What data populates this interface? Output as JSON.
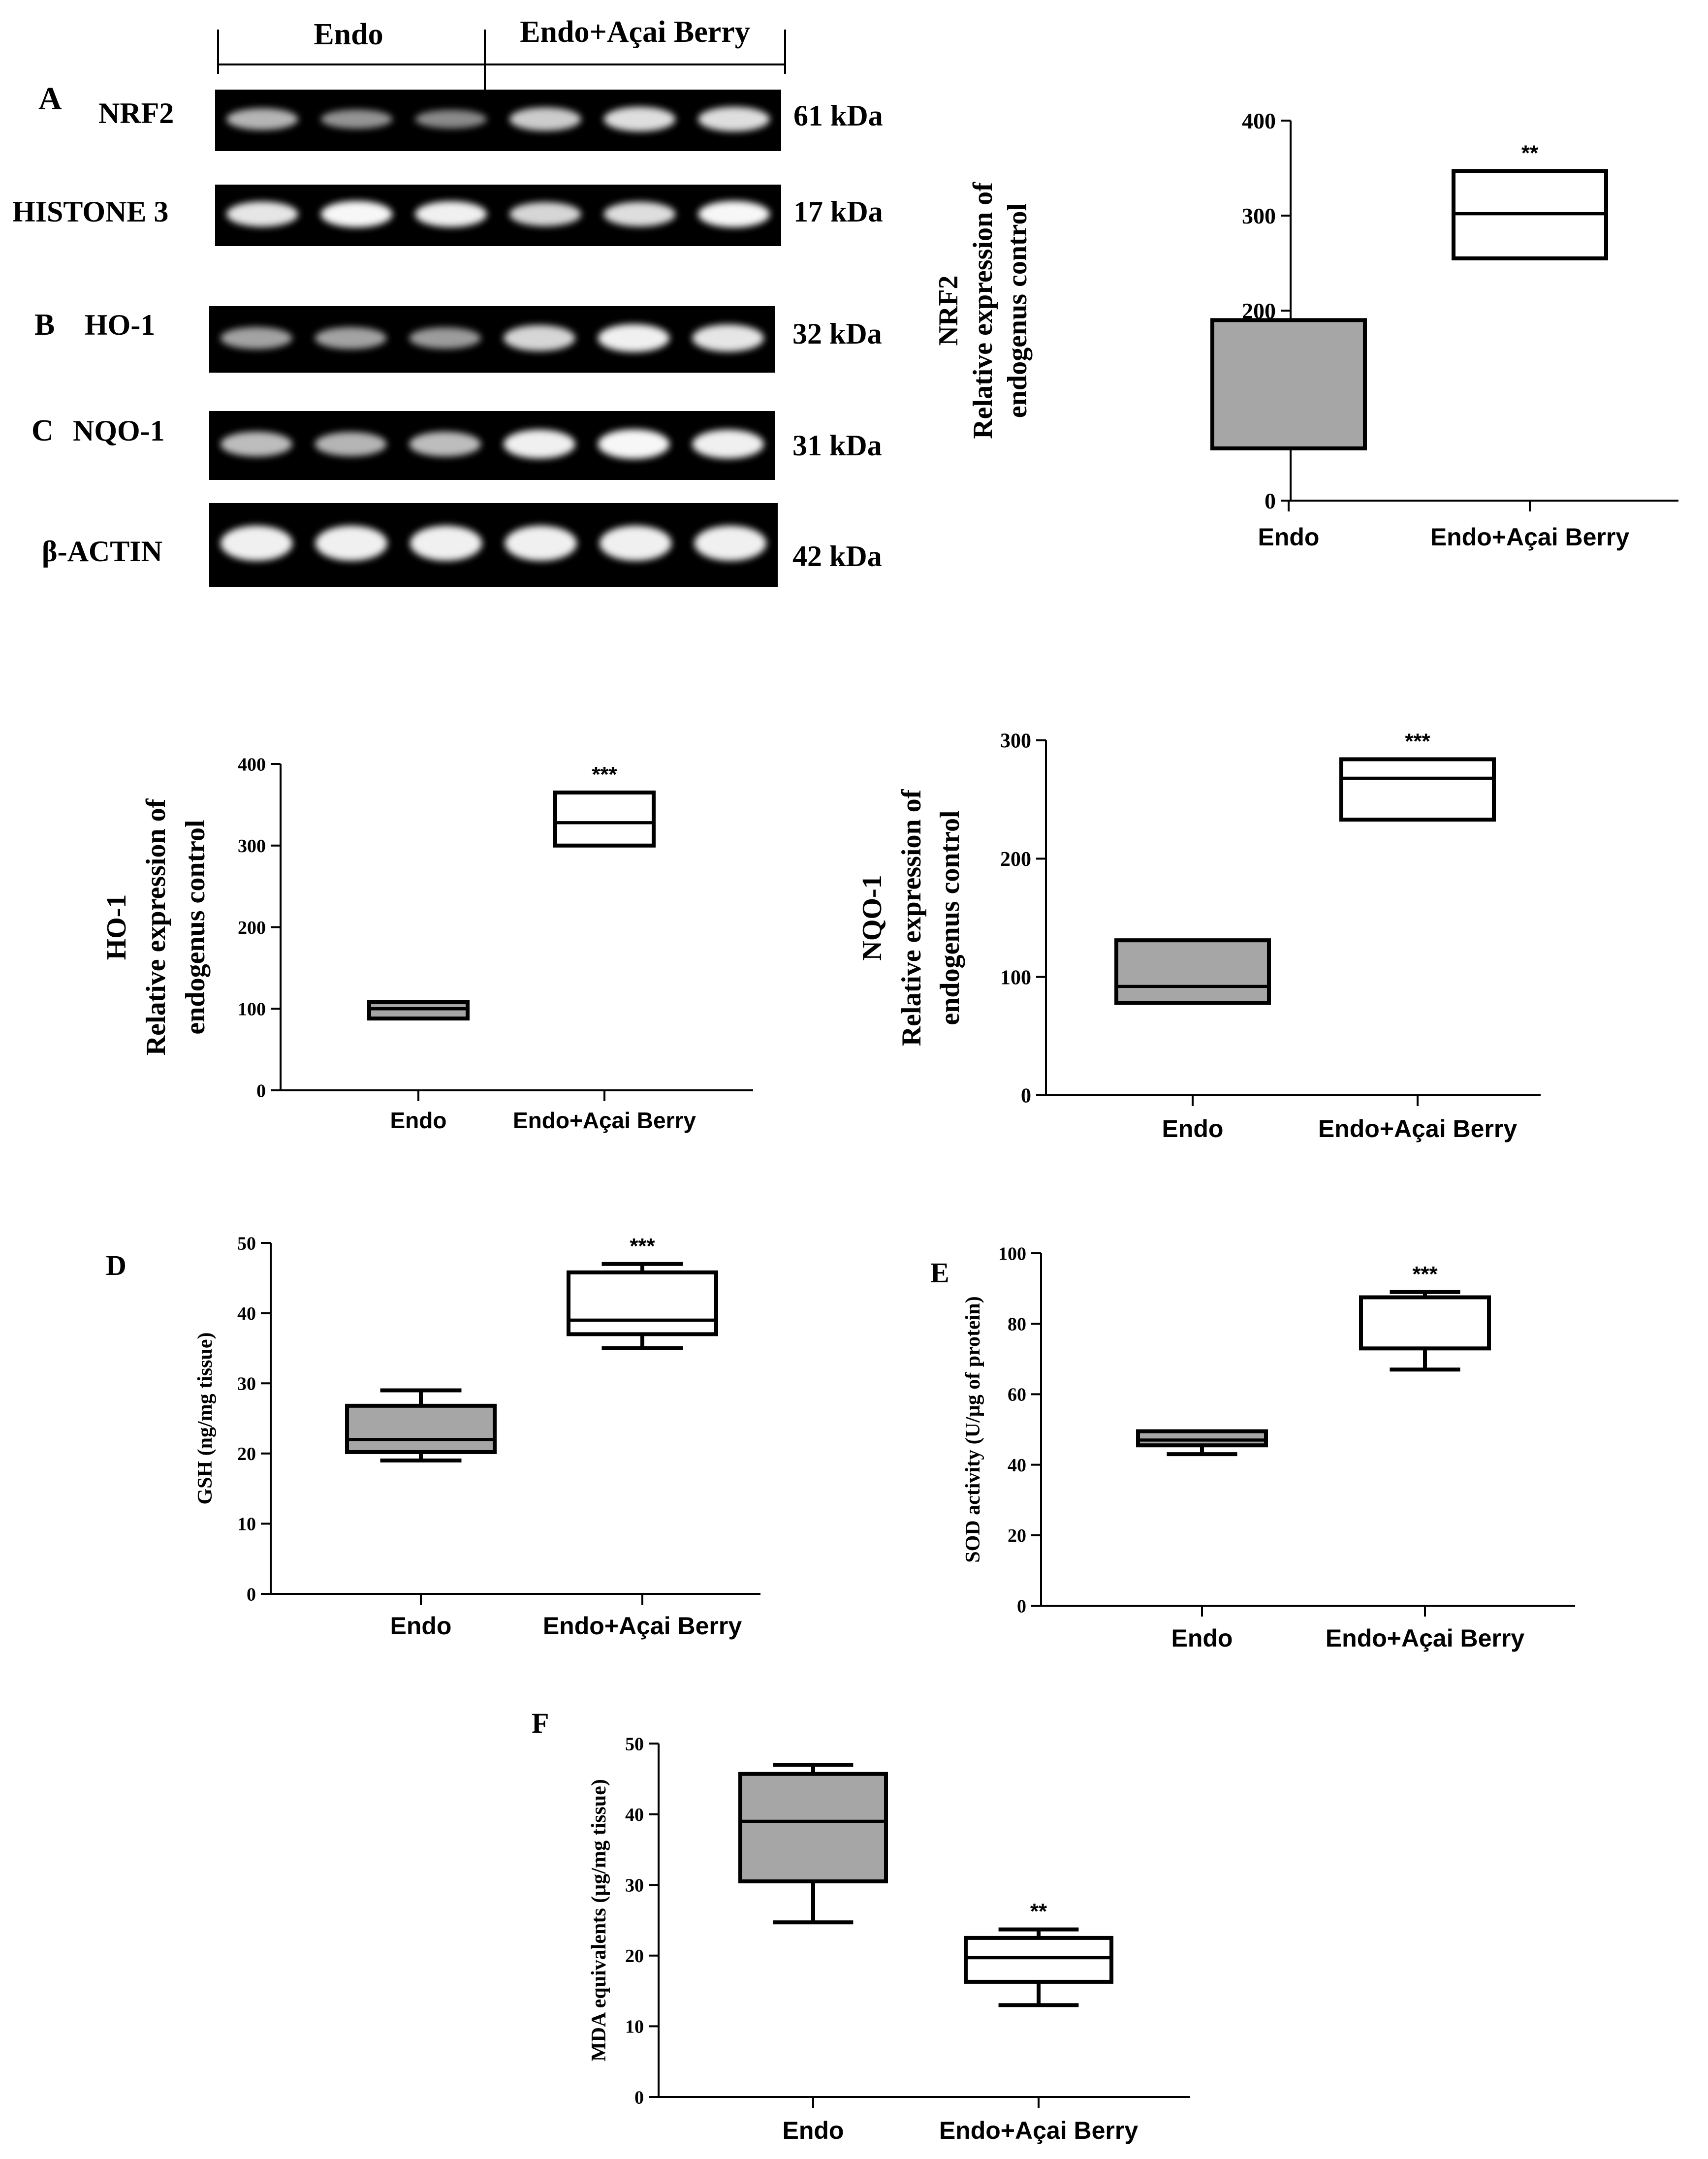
{
  "colors": {
    "endo_fill": "#a6a6a6",
    "acai_fill": "#ffffff",
    "stroke": "#000000",
    "blot_bg": "#000000",
    "band": "#ffffff"
  },
  "blot": {
    "group_labels": [
      "Endo",
      "Endo+Açai Berry"
    ],
    "panel_letters": [
      "A",
      "B",
      "C"
    ],
    "rows": [
      {
        "label": "NRF2",
        "kda": "61 kDa",
        "band_intensity": [
          0.55,
          0.35,
          0.3,
          0.7,
          0.8,
          0.8
        ]
      },
      {
        "label": "HISTONE 3",
        "kda": "17 kDa",
        "band_intensity": [
          0.85,
          0.95,
          0.9,
          0.75,
          0.8,
          0.95
        ]
      },
      {
        "label": "HO-1",
        "kda": "32 kDa",
        "band_intensity": [
          0.45,
          0.45,
          0.4,
          0.75,
          0.9,
          0.85
        ]
      },
      {
        "label": "NQO-1",
        "kda": "31 kDa",
        "band_intensity": [
          0.6,
          0.55,
          0.6,
          0.9,
          0.95,
          0.9
        ]
      },
      {
        "label": "β-ACTIN",
        "kda": "42 kDa",
        "band_intensity": [
          0.9,
          0.9,
          0.9,
          0.9,
          0.9,
          0.9
        ]
      }
    ]
  },
  "chart_data": [
    {
      "type": "box",
      "panel": "",
      "ylabel": [
        "NRF2",
        "Relative expression of",
        "endogenus control"
      ],
      "categories": [
        "Endo",
        "Endo+Açai Berry"
      ],
      "ylim": [
        0,
        400
      ],
      "yticks": [
        0,
        100,
        200,
        300,
        400
      ],
      "boxes": [
        {
          "category": "Endo",
          "min": 55,
          "q1": 55,
          "median": 55,
          "q3": 190,
          "max": 190
        },
        {
          "category": "Endo+Açai Berry",
          "min": 255,
          "q1": 255,
          "median": 302,
          "q3": 347,
          "max": 347
        }
      ],
      "annotations": [
        "",
        "**"
      ]
    },
    {
      "type": "box",
      "panel": "",
      "ylabel": [
        "HO-1",
        "Relative expression of",
        "endogenus control"
      ],
      "categories": [
        "Endo",
        "Endo+Açai Berry"
      ],
      "ylim": [
        0,
        400
      ],
      "yticks": [
        0,
        100,
        200,
        300,
        400
      ],
      "boxes": [
        {
          "category": "Endo",
          "min": 88,
          "q1": 88,
          "median": 100,
          "q3": 108,
          "max": 108
        },
        {
          "category": "Endo+Açai Berry",
          "min": 300,
          "q1": 300,
          "median": 328,
          "q3": 365,
          "max": 365
        }
      ],
      "annotations": [
        "",
        "***"
      ]
    },
    {
      "type": "box",
      "panel": "",
      "ylabel": [
        "NQO-1",
        "Relative expression of",
        "endogenus control"
      ],
      "categories": [
        "Endo",
        "Endo+Açai Berry"
      ],
      "ylim": [
        0,
        300
      ],
      "yticks": [
        0,
        100,
        200,
        300
      ],
      "boxes": [
        {
          "category": "Endo",
          "min": 78,
          "q1": 78,
          "median": 92,
          "q3": 131,
          "max": 131
        },
        {
          "category": "Endo+Açai Berry",
          "min": 233,
          "q1": 233,
          "median": 268,
          "q3": 284,
          "max": 284
        }
      ],
      "annotations": [
        "",
        "***"
      ]
    },
    {
      "type": "box",
      "panel": "D",
      "ylabel": [
        "GSH (ng/mg tissue)"
      ],
      "categories": [
        "Endo",
        "Endo+Açai Berry"
      ],
      "ylim": [
        0,
        50
      ],
      "yticks": [
        0,
        10,
        20,
        30,
        40,
        50
      ],
      "boxes": [
        {
          "category": "Endo",
          "min": 19,
          "q1": 20.2,
          "median": 22,
          "q3": 26.8,
          "max": 29
        },
        {
          "category": "Endo+Açai Berry",
          "min": 35,
          "q1": 37,
          "median": 39,
          "q3": 45.8,
          "max": 47
        }
      ],
      "annotations": [
        "",
        "***"
      ]
    },
    {
      "type": "box",
      "panel": "E",
      "ylabel": [
        "SOD activity (U/µg of protein)"
      ],
      "categories": [
        "Endo",
        "Endo+Açai Berry"
      ],
      "ylim": [
        0,
        100
      ],
      "yticks": [
        0,
        20,
        40,
        60,
        80,
        100
      ],
      "boxes": [
        {
          "category": "Endo",
          "min": 43,
          "q1": 45.5,
          "median": 47,
          "q3": 49.5,
          "max": 49.5
        },
        {
          "category": "Endo+Açai Berry",
          "min": 67,
          "q1": 73,
          "median": 87.5,
          "q3": 87.5,
          "max": 89
        }
      ],
      "annotations": [
        "",
        "***"
      ]
    },
    {
      "type": "box",
      "panel": "F",
      "ylabel": [
        "MDA equivalents (µg/mg tissue)"
      ],
      "categories": [
        "Endo",
        "Endo+Açai Berry"
      ],
      "ylim": [
        0,
        50
      ],
      "yticks": [
        0,
        10,
        20,
        30,
        40,
        50
      ],
      "boxes": [
        {
          "category": "Endo",
          "min": 24.7,
          "q1": 30.5,
          "median": 39,
          "q3": 45.7,
          "max": 47
        },
        {
          "category": "Endo+Açai Berry",
          "min": 13,
          "q1": 16.3,
          "median": 19.7,
          "q3": 22.5,
          "max": 23.7
        }
      ],
      "annotations": [
        "",
        "**"
      ]
    }
  ]
}
